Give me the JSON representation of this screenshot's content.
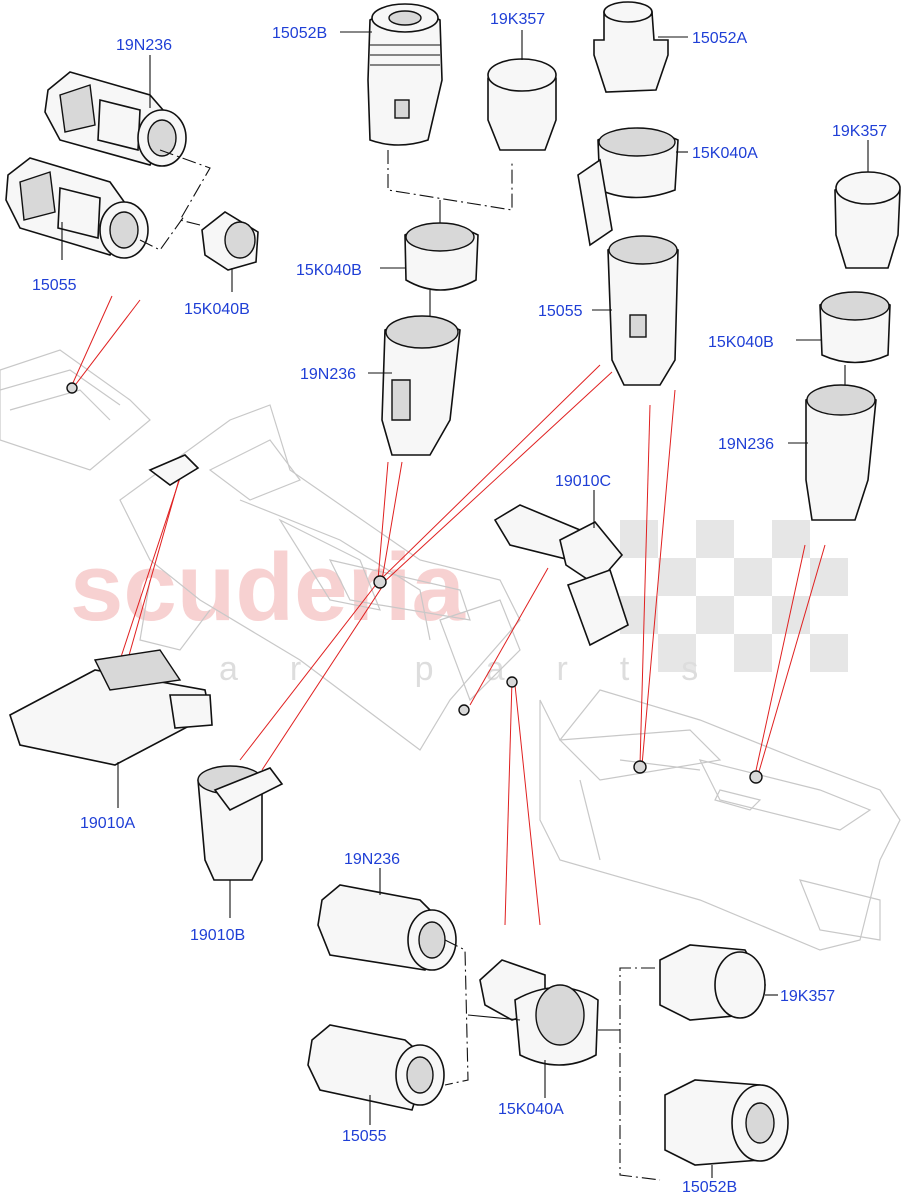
{
  "watermark": {
    "brand": "scuderia",
    "sub": "car parts"
  },
  "labels": {
    "p15052B_top": "15052B",
    "p19K357_top": "19K357",
    "p15052A": "15052A",
    "p19N236_tl": "19N236",
    "p15K040A_top": "15K040A",
    "p19K357_right": "19K357",
    "p15055_left": "15055",
    "p15K040B_left": "15K040B",
    "p15K040B_mid": "15K040B",
    "p15055_mid": "15055",
    "p15K040B_right": "15K040B",
    "p19N236_mid": "19N236",
    "p19N236_right": "19N236",
    "p19010C": "19010C",
    "p19010A": "19010A",
    "p19010B": "19010B",
    "p19N236_bottom": "19N236",
    "p19K357_bottom": "19K357",
    "p15055_bottom": "15055",
    "p15K040A_bottom": "15K040A",
    "p15052B_bottom": "15052B"
  },
  "colors": {
    "label": "#1f3fd6",
    "callout": "#e02020",
    "watermark": "#f6c9c9"
  }
}
